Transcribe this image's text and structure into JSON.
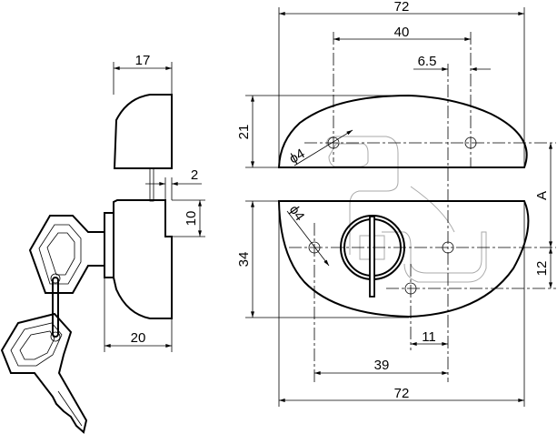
{
  "drawing": {
    "dimensions": {
      "side_width_top": "17",
      "gap": "2",
      "notch_height": "10",
      "side_width_bottom": "20",
      "overall_width_top": "72",
      "hole_spacing_top": "40",
      "offset_small": "6.5",
      "top_height": "21",
      "bottom_height": "34",
      "vertical_offset": "A",
      "hole_offset_vertical": "12",
      "hole_offset_horizontal": "11",
      "hole_spacing_bottom": "39",
      "overall_width_bottom": "72",
      "hole_diameter_top": "ϕ4",
      "hole_diameter_bottom": "ϕ4"
    }
  }
}
